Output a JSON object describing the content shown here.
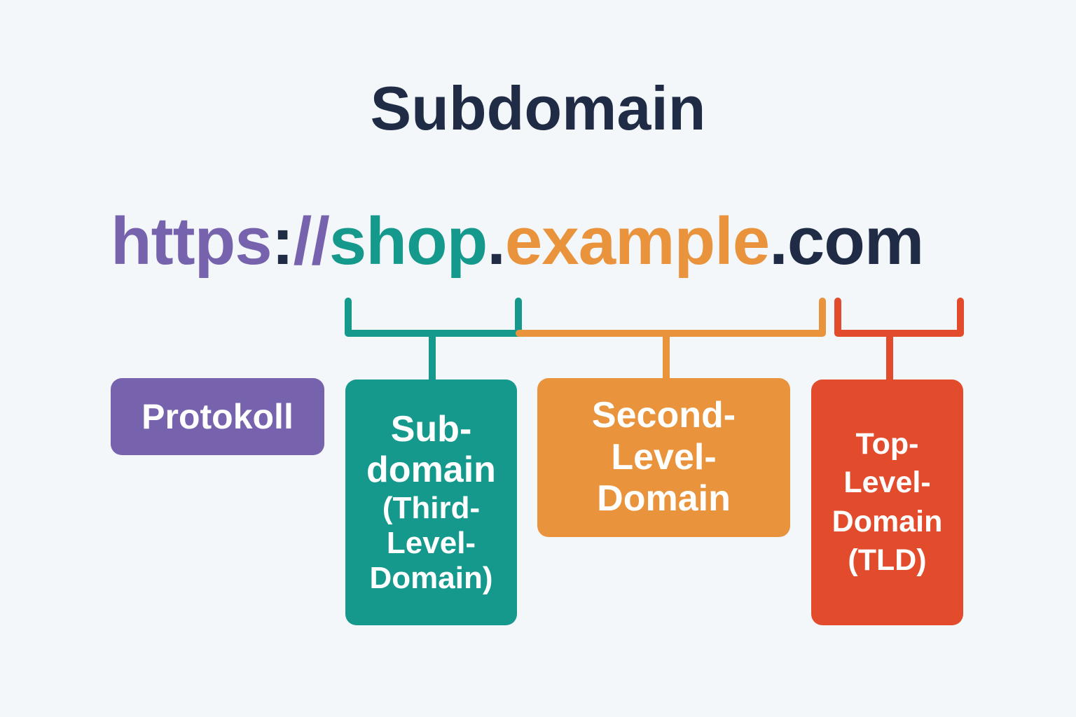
{
  "palette": {
    "background": "#f4f7fa",
    "navy": "#202c45",
    "purple": "#7763ad",
    "teal": "#14998c",
    "orange": "#e9943c",
    "red": "#e24b2c",
    "box_text": "#ffffff"
  },
  "title": "Subdomain",
  "url": {
    "full": "https://shop.example.com",
    "segments": [
      {
        "text": "https",
        "part": "protocol",
        "color": "#7763ad"
      },
      {
        "text": ":",
        "part": "colon",
        "color": "#202c45"
      },
      {
        "text": "//",
        "part": "slashes",
        "color": "#7763ad"
      },
      {
        "text": "shop",
        "part": "subdomain",
        "color": "#14998c"
      },
      {
        "text": ".",
        "part": "dot",
        "color": "#202c45"
      },
      {
        "text": "example",
        "part": "second-level-domain",
        "color": "#e9943c"
      },
      {
        "text": ".",
        "part": "dot",
        "color": "#202c45"
      },
      {
        "text": "com",
        "part": "top-level-domain",
        "color": "#202c45"
      }
    ]
  },
  "labels": {
    "protocol": {
      "text": "Protokoll",
      "color": "#7763ad"
    },
    "subdomain": {
      "lines_large": [
        "Sub-",
        "domain"
      ],
      "lines_small": [
        "(Third-",
        "Level-",
        "Domain)"
      ],
      "color": "#14998c"
    },
    "second_level": {
      "lines": [
        "Second-",
        "Level-",
        "Domain"
      ],
      "color": "#e9943c"
    },
    "top_level": {
      "lines": [
        "Top-",
        "Level-",
        "Domain",
        "(TLD)"
      ],
      "color": "#e24b2c"
    }
  }
}
